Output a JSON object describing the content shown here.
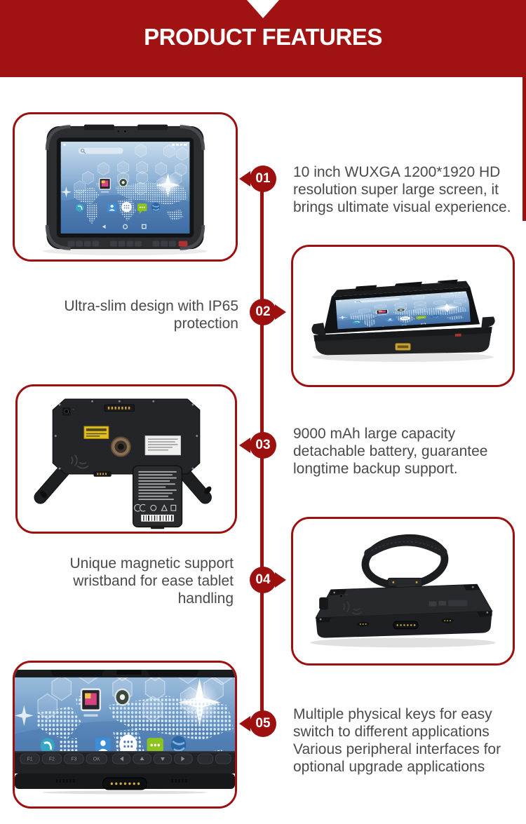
{
  "header": {
    "title": "PRODUCT FEATURES",
    "notch_icon": "triangle-down"
  },
  "theme": {
    "banner_red": "#a11313",
    "accent_red": "#9d1010",
    "text_gray": "#4a4a4a",
    "badge_text": "#ffffff",
    "screen_blue": "#5f8fc1",
    "pin_gold": "#c9a23a"
  },
  "features": [
    {
      "number": "01",
      "image": "tablet-front-view",
      "image_side": "left",
      "lines": [
        "10 inch WUXGA 1200*1920 HD",
        "resolution super large screen, it",
        "brings ultimate visual experience."
      ]
    },
    {
      "number": "02",
      "image": "tablet-angled-slim-view",
      "image_side": "right",
      "lines": [
        "Ultra-slim design with IP65",
        "protection"
      ]
    },
    {
      "number": "03",
      "image": "tablet-back-battery-view",
      "image_side": "left",
      "lines": [
        "9000 mAh large capacity",
        "detachable battery, guarantee",
        "longtime backup support."
      ]
    },
    {
      "number": "04",
      "image": "tablet-wristband-view",
      "image_side": "right",
      "lines": [
        "Unique magnetic support",
        "wristband for ease tablet",
        "handling"
      ]
    },
    {
      "number": "05",
      "image": "tablet-bottom-closeup-view",
      "image_side": "left",
      "lines": [
        "Multiple physical keys for easy",
        "switch to different applications",
        "Various peripheral interfaces for",
        "optional upgrade applications"
      ]
    }
  ],
  "closeup_key_labels": [
    "F1",
    "F2",
    "F3",
    "OK"
  ]
}
